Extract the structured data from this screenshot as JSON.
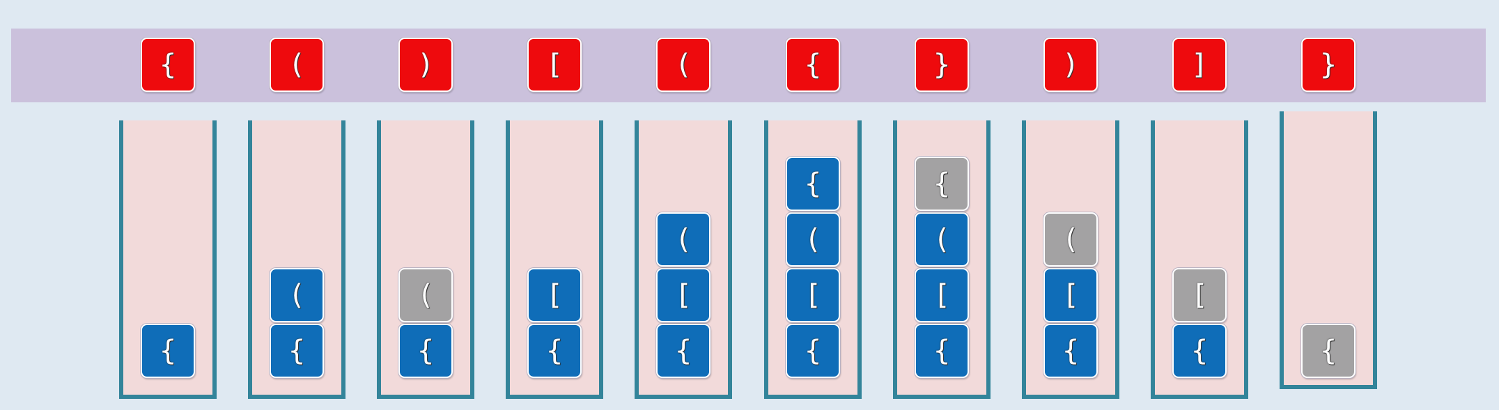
{
  "colors": {
    "background": "#dfe9f2",
    "input_band": "#cbc1dc",
    "input_token": "#ee0a0d",
    "stack_token": "#0f6db8",
    "popped_token": "#a3a2a3",
    "stack_fill": "#f2dada",
    "stack_border": "#33849a"
  },
  "input": [
    "{",
    "(",
    ")",
    "[",
    "(",
    "{",
    "}",
    ")",
    "]",
    "}"
  ],
  "stacks": [
    {
      "items": [
        {
          "char": "{",
          "state": "stack"
        }
      ]
    },
    {
      "items": [
        {
          "char": "{",
          "state": "stack"
        },
        {
          "char": "(",
          "state": "stack"
        }
      ]
    },
    {
      "items": [
        {
          "char": "{",
          "state": "stack"
        },
        {
          "char": "(",
          "state": "popped"
        }
      ]
    },
    {
      "items": [
        {
          "char": "{",
          "state": "stack"
        },
        {
          "char": "[",
          "state": "stack"
        }
      ]
    },
    {
      "items": [
        {
          "char": "{",
          "state": "stack"
        },
        {
          "char": "[",
          "state": "stack"
        },
        {
          "char": "(",
          "state": "stack"
        }
      ]
    },
    {
      "items": [
        {
          "char": "{",
          "state": "stack"
        },
        {
          "char": "[",
          "state": "stack"
        },
        {
          "char": "(",
          "state": "stack"
        },
        {
          "char": "{",
          "state": "stack"
        }
      ]
    },
    {
      "items": [
        {
          "char": "{",
          "state": "stack"
        },
        {
          "char": "[",
          "state": "stack"
        },
        {
          "char": "(",
          "state": "stack"
        },
        {
          "char": "{",
          "state": "popped"
        }
      ]
    },
    {
      "items": [
        {
          "char": "{",
          "state": "stack"
        },
        {
          "char": "[",
          "state": "stack"
        },
        {
          "char": "(",
          "state": "popped"
        }
      ]
    },
    {
      "items": [
        {
          "char": "{",
          "state": "stack"
        },
        {
          "char": "[",
          "state": "popped"
        }
      ]
    },
    {
      "items": [
        {
          "char": "{",
          "state": "popped"
        }
      ]
    }
  ]
}
